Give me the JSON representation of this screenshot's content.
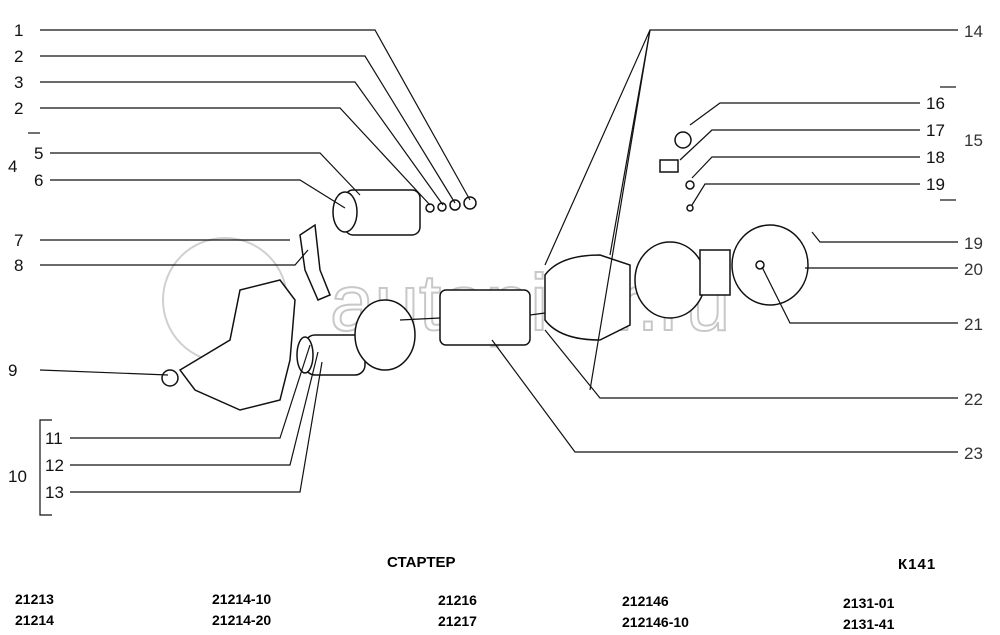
{
  "title": "СТАРТЕР",
  "page_code": "К141",
  "watermark": "autopiter.ru",
  "callouts": {
    "left": [
      "1",
      "2",
      "3",
      "2",
      "4",
      "5",
      "6",
      "7",
      "8",
      "9",
      "10",
      "11",
      "12",
      "13"
    ],
    "right": [
      "14",
      "15",
      "16",
      "17",
      "18",
      "19",
      "19",
      "20",
      "21",
      "22",
      "23"
    ]
  },
  "models": [
    [
      "21213",
      "21214"
    ],
    [
      "21214-10",
      "21214-20"
    ],
    [
      "21216",
      "21217"
    ],
    [
      "212146",
      "212146-10"
    ],
    [
      "2131-01",
      "2131-41"
    ]
  ]
}
